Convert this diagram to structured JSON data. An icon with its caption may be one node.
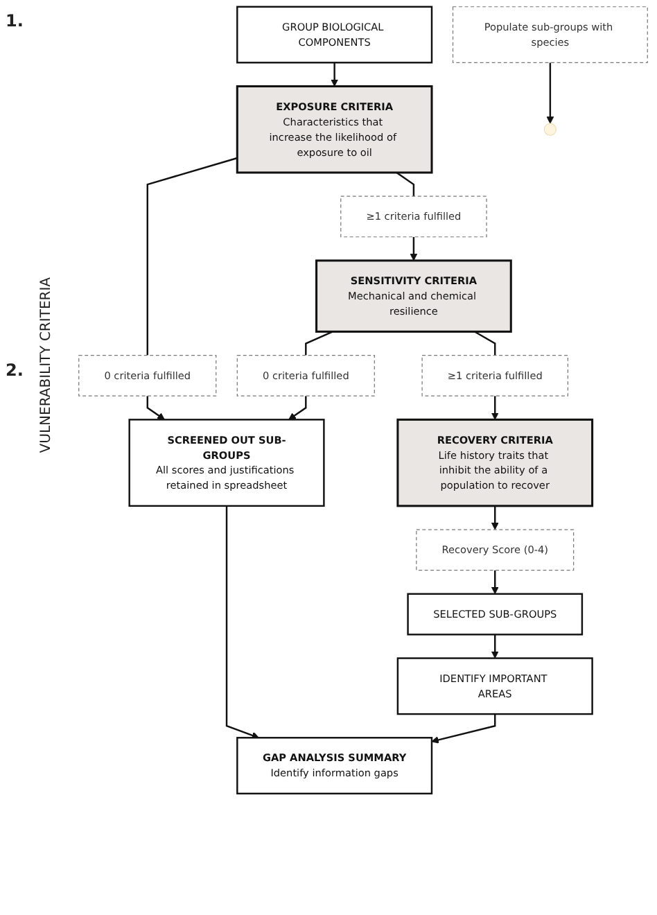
{
  "diagram": {
    "nodes": [
      {
        "text": [
          "GROUP BIOLOGICAL COMPONENTS"
        ]
      },
      {
        "text": [
          "EXPOSURE CRITERIA",
          "Characteristics that increase the likelihood of exposure to oil"
        ]
      },
      {
        "text": [
          "≥1 criteria fulfilled"
        ]
      },
      {
        "text": [
          "0 criteria fulfilled"
        ]
      },
      {
        "text": [
          "SENSITIVITY CRITERIA",
          "Mechanical and chemical resilience"
        ]
      },
      {
        "text": [
          "≥1 criteria fulfilled"
        ]
      },
      {
        "text": [
          "0 criteria fulfilled"
        ]
      },
      {
        "text": [
          "SCREENED OUT SUB-GROUPS",
          "All scores and justifications retained in spreadsheet"
        ]
      },
      {
        "text": [
          "RECOVERY CRITERIA",
          "Life history traits that inhibit the ability of a population to recover"
        ]
      },
      {
        "text": [
          "Recovery Score (0-4)"
        ]
      },
      {
        "text": [
          "SELECTED SUB-GROUPS"
        ]
      },
      {
        "text": [
          "Populate sub-groups with species"
        ]
      },
      {
        "text": [
          "IDENTIFY IMPORTANT AREAS"
        ]
      },
      {
        "text": [
          "GAP ANALYSIS SUMMARY",
          "Identify information gaps"
        ]
      }
    ],
    "edges": [
      {
        "from": 0,
        "to": 1,
        "arrow": "to"
      },
      {
        "from": 1,
        "to": 2,
        "arrow": "none"
      },
      {
        "from": 1,
        "to": 3,
        "arrow": "none"
      },
      {
        "from": 2,
        "to": 4,
        "arrow": "to"
      },
      {
        "from": 3,
        "to": 7,
        "arrow": "to"
      },
      {
        "from": 4,
        "to": 5,
        "arrow": "none"
      },
      {
        "from": 4,
        "to": 6,
        "arrow": "none"
      },
      {
        "from": 5,
        "to": 8,
        "arrow": "to"
      },
      {
        "from": 6,
        "to": 7,
        "arrow": "to"
      },
      {
        "from": 8,
        "to": 9,
        "arrow": "to"
      },
      {
        "from": 9,
        "to": 10,
        "arrow": "to"
      },
      {
        "from": 7,
        "to": 13,
        "arrow": "to"
      },
      {
        "from": 10,
        "to": 12,
        "arrow": "to"
      },
      {
        "from": 11,
        "to": null,
        "arrow": "to"
      },
      {
        "from": 12,
        "to": 13,
        "arrow": "to"
      }
    ],
    "labels": [
      "1.",
      "2.",
      "VULNERABILITY CRITERIA"
    ]
  }
}
